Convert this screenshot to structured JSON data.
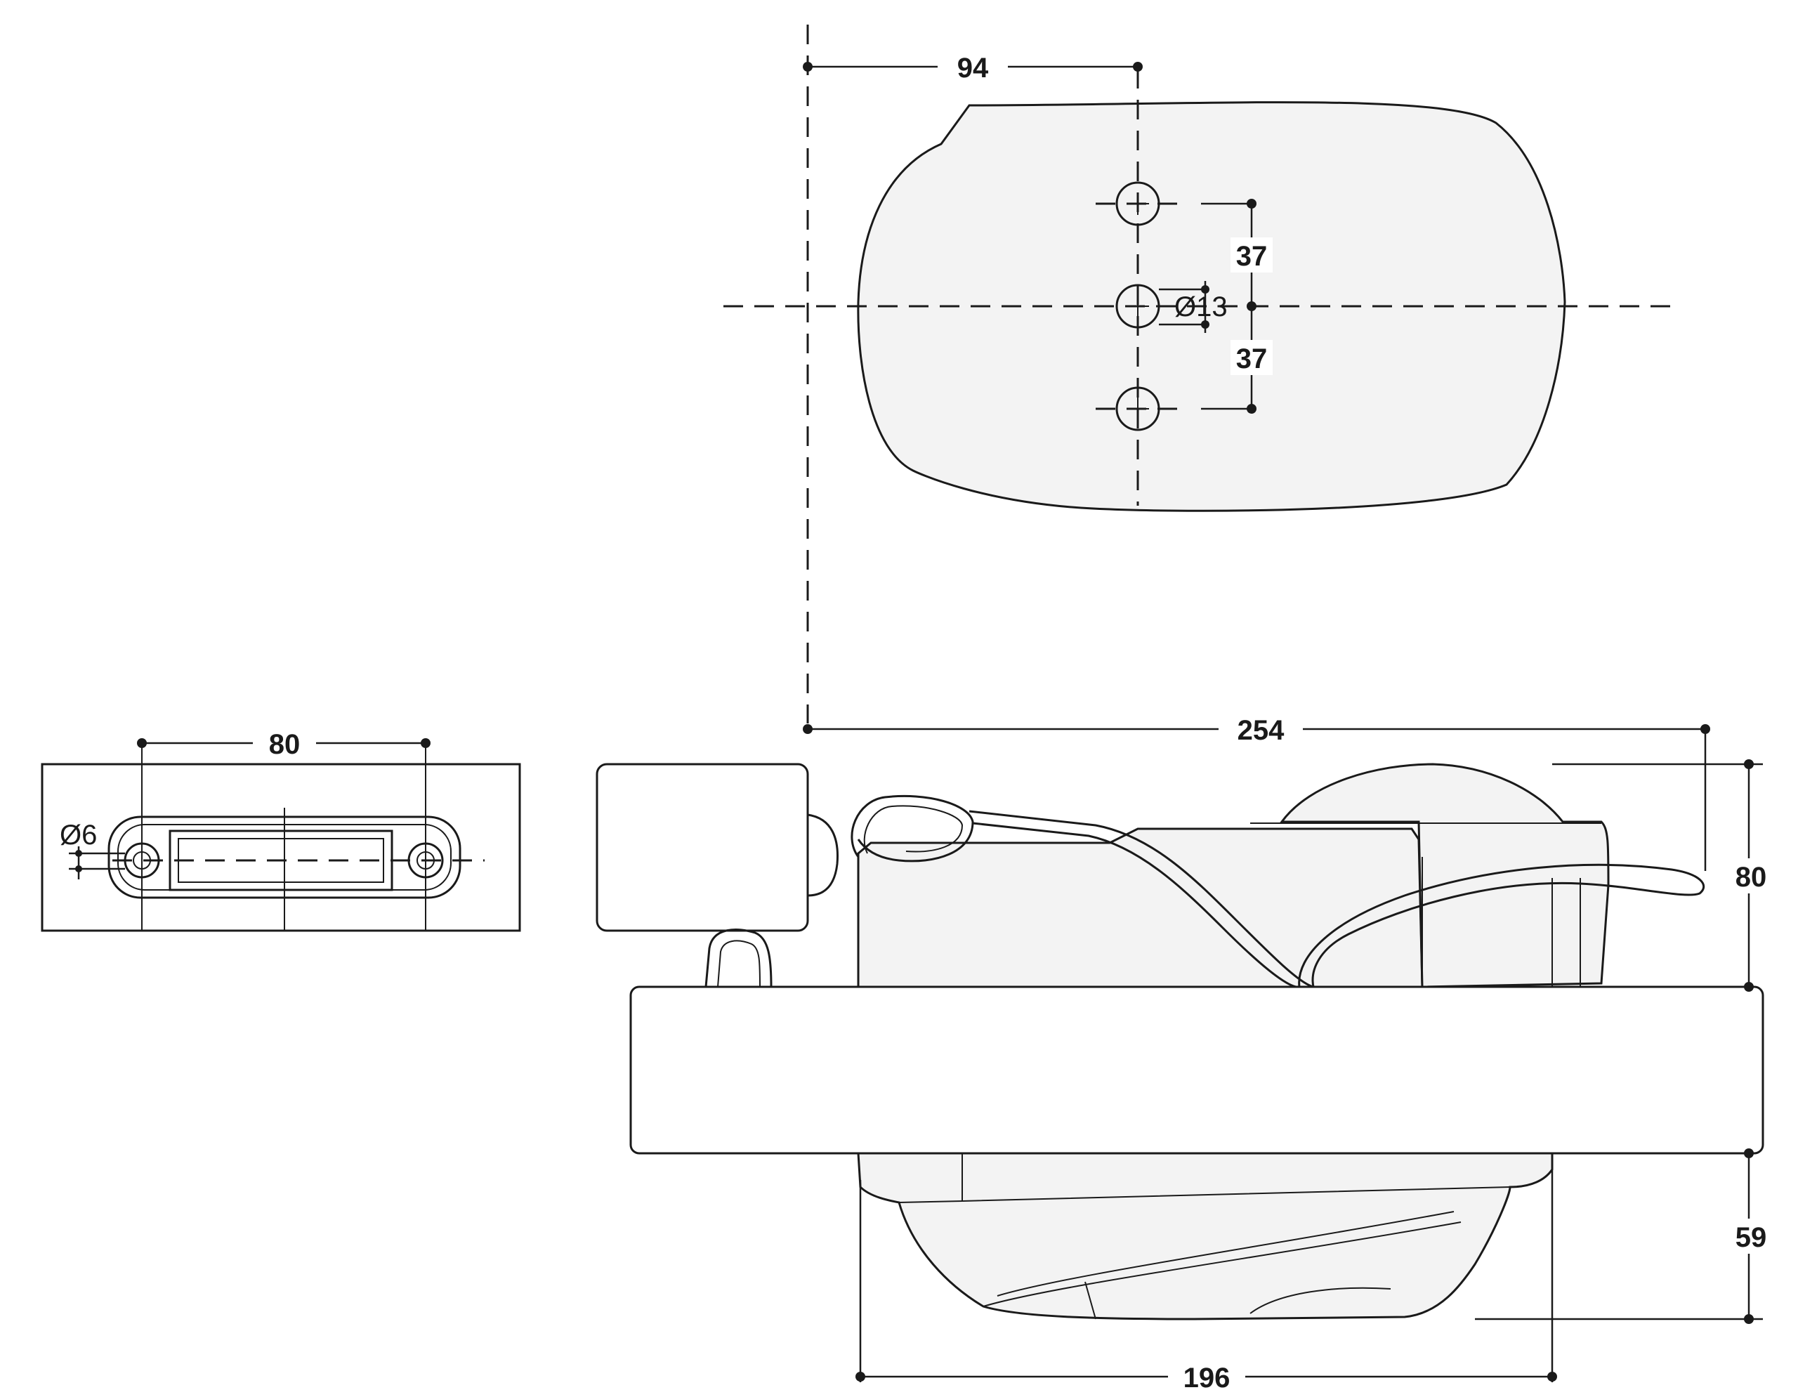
{
  "dimensions": {
    "bracket_offset": "94",
    "hole_pitch_upper": "37",
    "hole_pitch_lower": "37",
    "hole_diameter": "Ø13",
    "side_view_width": "80",
    "side_view_hole": "Ø6",
    "overall_length": "254",
    "top_height": "80",
    "bottom_height": "59",
    "bottom_width": "196"
  }
}
